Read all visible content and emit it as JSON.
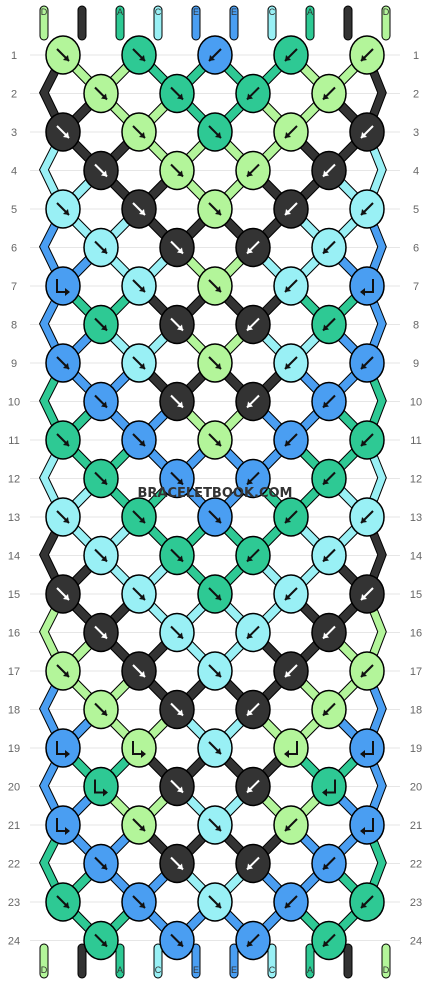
{
  "watermark": "BRACELETBOOK.COM",
  "strand_labels": [
    "D",
    "B",
    "A",
    "C",
    "E",
    "E",
    "C",
    "A",
    "B",
    "D"
  ],
  "row_labels": [
    "1",
    "2",
    "3",
    "4",
    "5",
    "6",
    "7",
    "8",
    "9",
    "10",
    "11",
    "12",
    "13",
    "14",
    "15",
    "16",
    "17",
    "18",
    "19",
    "20",
    "21",
    "22",
    "23",
    "24"
  ],
  "colors": {
    "A": "#2ec994",
    "B": "#333333",
    "C": "#99f0f5",
    "D": "#b3f59a",
    "E": "#4a9ef2"
  },
  "knots": [
    [
      [
        "D",
        "f"
      ],
      [
        "A",
        "f"
      ],
      [
        "E",
        "b"
      ],
      [
        "A",
        "b"
      ],
      [
        "D",
        "b"
      ]
    ],
    [
      [
        "D",
        "f"
      ],
      [
        "A",
        "f"
      ],
      [
        "A",
        "b"
      ],
      [
        "D",
        "b"
      ]
    ],
    [
      [
        "B",
        "f"
      ],
      [
        "D",
        "f"
      ],
      [
        "A",
        "f"
      ],
      [
        "D",
        "b"
      ],
      [
        "B",
        "b"
      ]
    ],
    [
      [
        "B",
        "f"
      ],
      [
        "D",
        "f"
      ],
      [
        "D",
        "b"
      ],
      [
        "B",
        "b"
      ]
    ],
    [
      [
        "C",
        "f"
      ],
      [
        "B",
        "f"
      ],
      [
        "D",
        "f"
      ],
      [
        "B",
        "b"
      ],
      [
        "C",
        "b"
      ]
    ],
    [
      [
        "C",
        "f"
      ],
      [
        "B",
        "f"
      ],
      [
        "B",
        "b"
      ],
      [
        "C",
        "b"
      ]
    ],
    [
      [
        "E",
        "fb"
      ],
      [
        "C",
        "f"
      ],
      [
        "D",
        "f"
      ],
      [
        "C",
        "b"
      ],
      [
        "E",
        "bf"
      ]
    ],
    [
      [
        "A",
        "f"
      ],
      [
        "B",
        "f"
      ],
      [
        "B",
        "b"
      ],
      [
        "A",
        "b"
      ]
    ],
    [
      [
        "E",
        "f"
      ],
      [
        "C",
        "f"
      ],
      [
        "D",
        "f"
      ],
      [
        "C",
        "b"
      ],
      [
        "E",
        "b"
      ]
    ],
    [
      [
        "E",
        "f"
      ],
      [
        "B",
        "f"
      ],
      [
        "B",
        "b"
      ],
      [
        "E",
        "b"
      ]
    ],
    [
      [
        "A",
        "f"
      ],
      [
        "E",
        "f"
      ],
      [
        "D",
        "f"
      ],
      [
        "E",
        "b"
      ],
      [
        "A",
        "b"
      ]
    ],
    [
      [
        "A",
        "f"
      ],
      [
        "E",
        "f"
      ],
      [
        "E",
        "b"
      ],
      [
        "A",
        "b"
      ]
    ],
    [
      [
        "C",
        "f"
      ],
      [
        "A",
        "f"
      ],
      [
        "E",
        "f"
      ],
      [
        "A",
        "b"
      ],
      [
        "C",
        "b"
      ]
    ],
    [
      [
        "C",
        "f"
      ],
      [
        "A",
        "f"
      ],
      [
        "A",
        "b"
      ],
      [
        "C",
        "b"
      ]
    ],
    [
      [
        "B",
        "f"
      ],
      [
        "C",
        "f"
      ],
      [
        "A",
        "f"
      ],
      [
        "C",
        "b"
      ],
      [
        "B",
        "b"
      ]
    ],
    [
      [
        "B",
        "f"
      ],
      [
        "C",
        "f"
      ],
      [
        "C",
        "b"
      ],
      [
        "B",
        "b"
      ]
    ],
    [
      [
        "D",
        "f"
      ],
      [
        "B",
        "f"
      ],
      [
        "C",
        "f"
      ],
      [
        "B",
        "b"
      ],
      [
        "D",
        "b"
      ]
    ],
    [
      [
        "D",
        "f"
      ],
      [
        "B",
        "f"
      ],
      [
        "B",
        "b"
      ],
      [
        "D",
        "b"
      ]
    ],
    [
      [
        "E",
        "fb"
      ],
      [
        "D",
        "fb"
      ],
      [
        "C",
        "f"
      ],
      [
        "D",
        "bf"
      ],
      [
        "E",
        "bf"
      ]
    ],
    [
      [
        "A",
        "fb"
      ],
      [
        "B",
        "f"
      ],
      [
        "B",
        "b"
      ],
      [
        "A",
        "bf"
      ]
    ],
    [
      [
        "E",
        "fb"
      ],
      [
        "D",
        "f"
      ],
      [
        "C",
        "f"
      ],
      [
        "D",
        "b"
      ],
      [
        "E",
        "bf"
      ]
    ],
    [
      [
        "E",
        "f"
      ],
      [
        "B",
        "f"
      ],
      [
        "B",
        "b"
      ],
      [
        "E",
        "b"
      ]
    ],
    [
      [
        "A",
        "f"
      ],
      [
        "E",
        "f"
      ],
      [
        "C",
        "f"
      ],
      [
        "E",
        "b"
      ],
      [
        "A",
        "b"
      ]
    ],
    [
      [
        "A",
        "f"
      ],
      [
        "E",
        "f"
      ],
      [
        "E",
        "b"
      ],
      [
        "A",
        "b"
      ]
    ]
  ]
}
